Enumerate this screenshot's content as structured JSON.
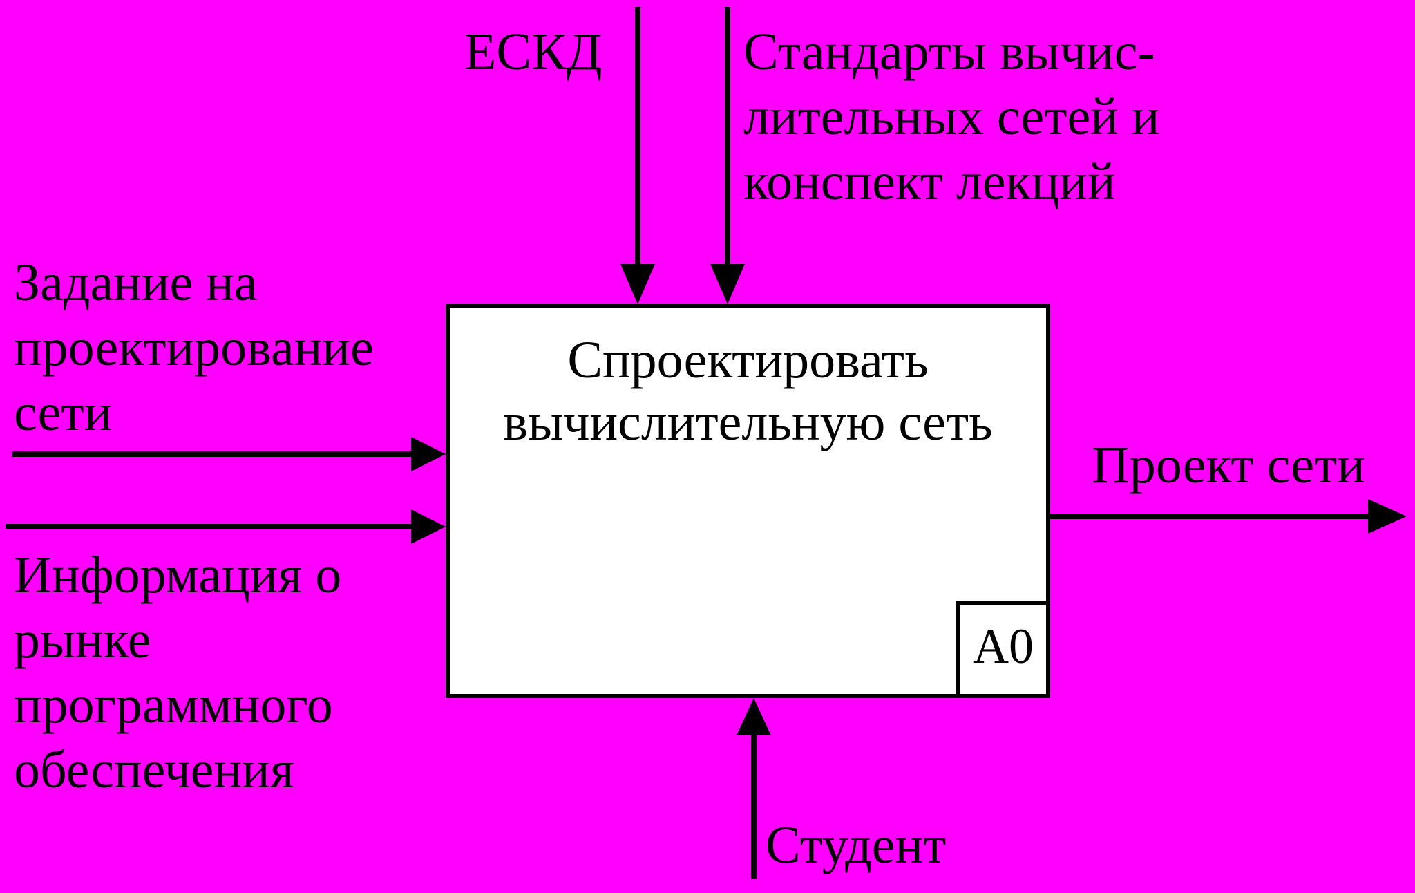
{
  "background_color": "#ff00ff",
  "activity": {
    "title_lines": [
      "Спроектировать",
      "вычислительную сеть"
    ],
    "node_id": "A0"
  },
  "controls": [
    {
      "lines": [
        "ЕСКД"
      ]
    },
    {
      "lines": [
        "Стандарты вычис-",
        "лительных сетей и",
        "конспект лекций"
      ]
    }
  ],
  "inputs": [
    {
      "lines": [
        "Задание на",
        "проектирование",
        "сети"
      ]
    },
    {
      "lines": [
        "Информация  о",
        "рынке",
        "программного",
        "обеспечения"
      ]
    }
  ],
  "outputs": [
    {
      "lines": [
        "Проект сети"
      ]
    }
  ],
  "mechanisms": [
    {
      "lines": [
        "Студент"
      ]
    }
  ]
}
